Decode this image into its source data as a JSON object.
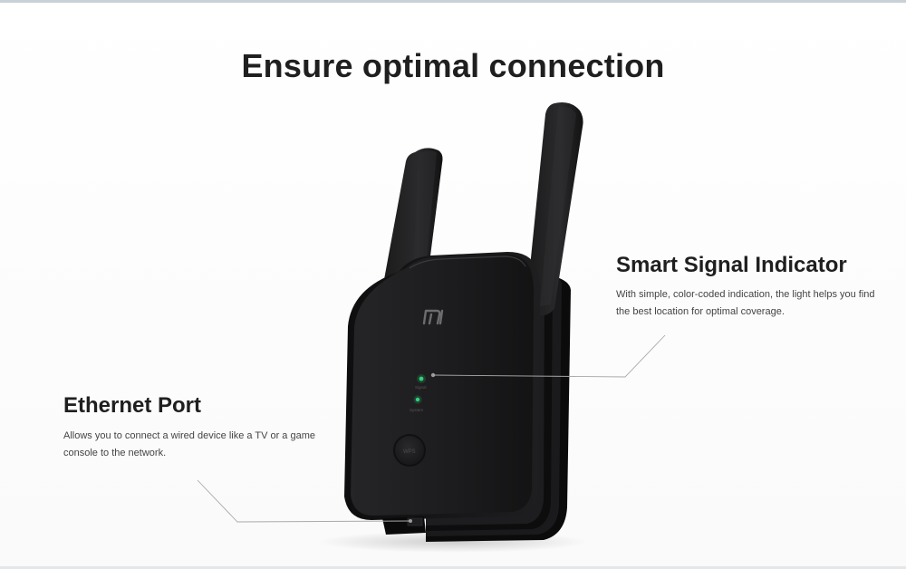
{
  "page": {
    "headline": "Ensure optimal connection"
  },
  "features": {
    "signal_indicator": {
      "title": "Smart Signal Indicator",
      "description": "With simple, color-coded indication, the light helps you find the best location for optimal coverage."
    },
    "ethernet_port": {
      "title": "Ethernet Port",
      "description": "Allows you to connect a wired device like a TV or a game console to the network."
    }
  },
  "device": {
    "logo_text": "mi",
    "indicator_labels": [
      "Signal",
      "System"
    ],
    "wps_button_label": "WPS",
    "led_color": "#2fd27a",
    "body_color": "#1b1b1c"
  }
}
